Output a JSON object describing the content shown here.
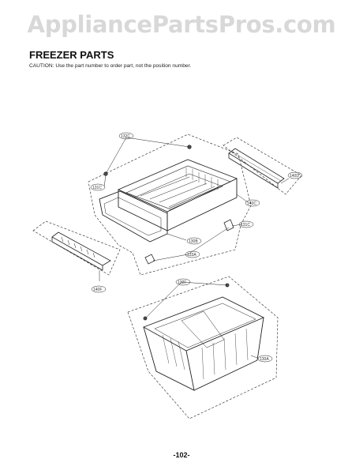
{
  "watermark": "AppliancePartsPros.com",
  "title": "FREEZER PARTS",
  "caution": "CAUTION: Use the part number to order part, not the position number.",
  "page_number": "-102-",
  "callouts": {
    "c132c": "132C",
    "c131c": "131C",
    "c140d": "140D",
    "c140c": "140C",
    "c130b": "130B",
    "c133a": "133A",
    "c140f": "140F",
    "c132f": "132F",
    "c130a": "130A"
  }
}
